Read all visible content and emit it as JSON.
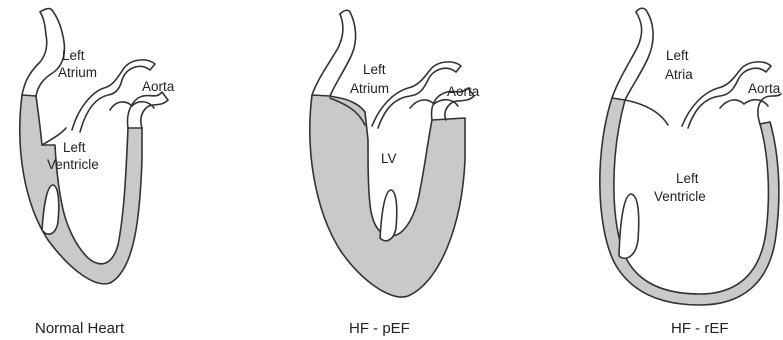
{
  "panels": [
    {
      "caption": "Normal Heart",
      "atrium_label": [
        "Left",
        "Atrium"
      ],
      "aorta_label": "Aorta",
      "ventricle_label": [
        "Left",
        "Ventricle"
      ]
    },
    {
      "caption": "HF - pEF",
      "atrium_label": [
        "Left",
        "Atrium"
      ],
      "aorta_label": "Aorta",
      "ventricle_label": [
        "LV"
      ]
    },
    {
      "caption": "HF - rEF",
      "atrium_label": [
        "Left",
        "Atria"
      ],
      "aorta_label": "Aorta",
      "ventricle_label": [
        "Left",
        "Ventricle"
      ]
    }
  ],
  "colors": {
    "wall": "#c9c9c9",
    "outline": "#333333",
    "background": "#ffffff"
  }
}
